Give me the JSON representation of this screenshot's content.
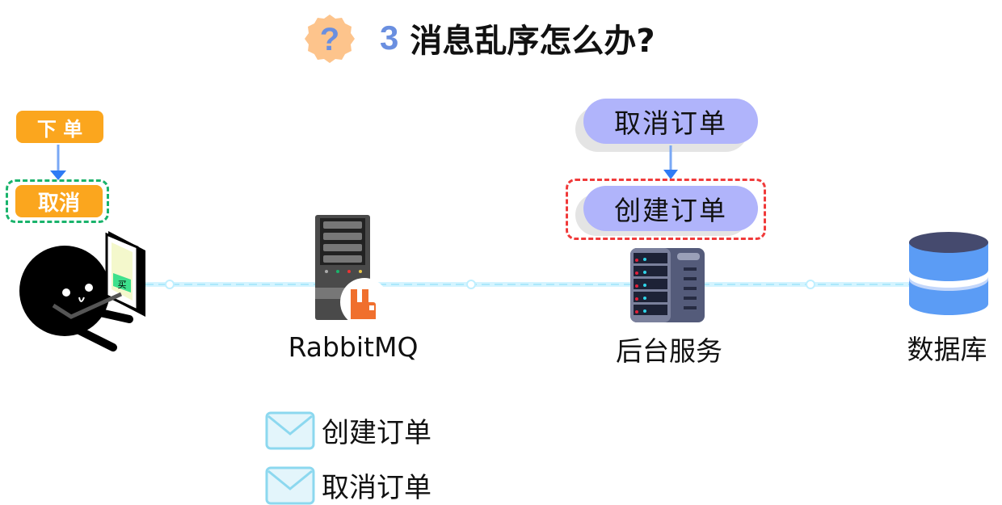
{
  "title": {
    "icon": "question-badge-icon",
    "number": "3",
    "text": "消息乱序怎么办?"
  },
  "client": {
    "steps": [
      {
        "label": "下 单"
      },
      {
        "label": "取消"
      }
    ],
    "phone_button": "买",
    "highlight_color": "#19b36b"
  },
  "nodes": {
    "mq": {
      "label": "RabbitMQ"
    },
    "backend": {
      "label": "后台服务"
    },
    "db": {
      "label": "数据库"
    }
  },
  "backend_queue": {
    "items": [
      {
        "label": "取消订单"
      },
      {
        "label": "创建订单"
      }
    ],
    "highlight_color": "#f03a3a"
  },
  "messages": [
    {
      "label": "创建订单"
    },
    {
      "label": "取消订单"
    }
  ],
  "colors": {
    "orange": "#fba61e",
    "pill": "#b0b4fb",
    "accent": "#6a8fe0",
    "arrow": "#2f7bf5",
    "line": "#bfefff"
  }
}
